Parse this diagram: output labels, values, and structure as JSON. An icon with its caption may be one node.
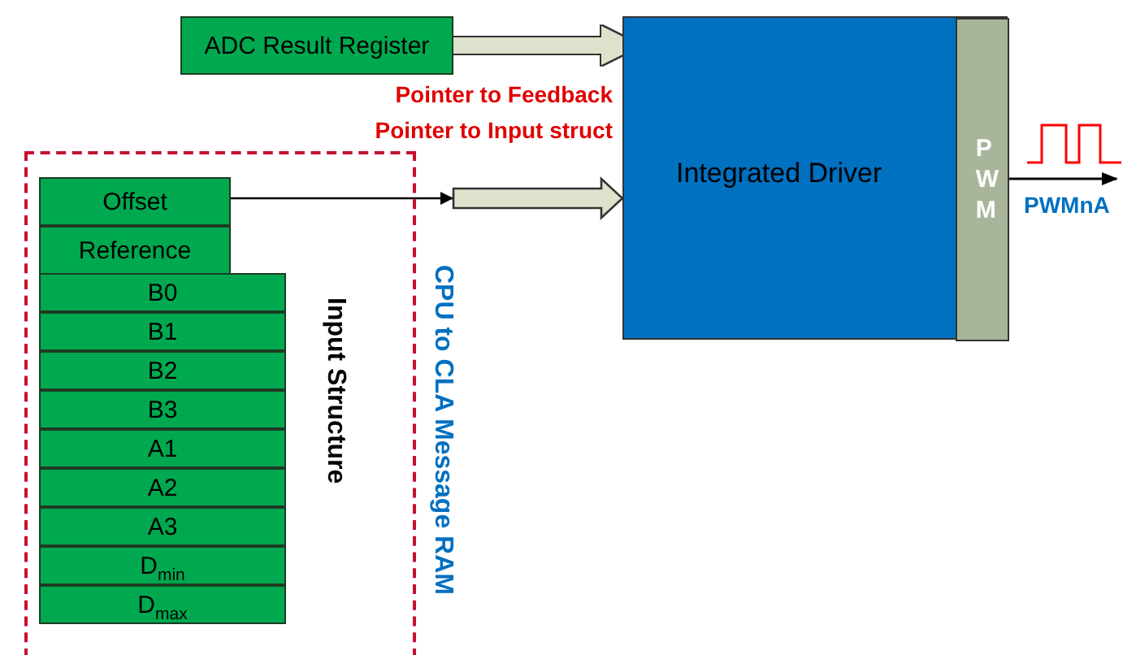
{
  "diagram": {
    "nodes": [
      {
        "text": [
          "ADC Result Register"
        ]
      },
      {
        "text": [
          "CPU to CLA Message RAM"
        ]
      },
      {
        "text": [
          "Offset"
        ],
        "in": 1
      },
      {
        "text": [
          "Reference"
        ],
        "in": 1
      },
      {
        "text": [
          "B0"
        ],
        "in": 1
      },
      {
        "text": [
          "B1"
        ],
        "in": 1
      },
      {
        "text": [
          "B2"
        ],
        "in": 1
      },
      {
        "text": [
          "B3"
        ],
        "in": 1
      },
      {
        "text": [
          "A1"
        ],
        "in": 1
      },
      {
        "text": [
          "A2"
        ],
        "in": 1
      },
      {
        "text": [
          "A3"
        ],
        "in": 1
      },
      {
        "text": [
          "D$_{min}$"
        ],
        "in": 1
      },
      {
        "text": [
          "D$_{max}$"
        ],
        "in": 1
      },
      {
        "text": [
          "Integrated Driver"
        ]
      },
      {
        "text": [
          "PWM"
        ],
        "in": 13
      },
      {
        "text": [
          "PWMnA"
        ]
      }
    ],
    "edges": [
      {
        "from": 0,
        "to": 13,
        "arrow": "to",
        "label": "Pointer to Feedback",
        "style": "thick",
        "color": "#dde2cc"
      },
      {
        "from": 2,
        "to": 13,
        "arrow": "to",
        "label": "Pointer to Input struct"
      },
      {
        "from": 14,
        "to": 15,
        "arrow": "to"
      }
    ],
    "labels": [
      "Input Structure"
    ]
  }
}
